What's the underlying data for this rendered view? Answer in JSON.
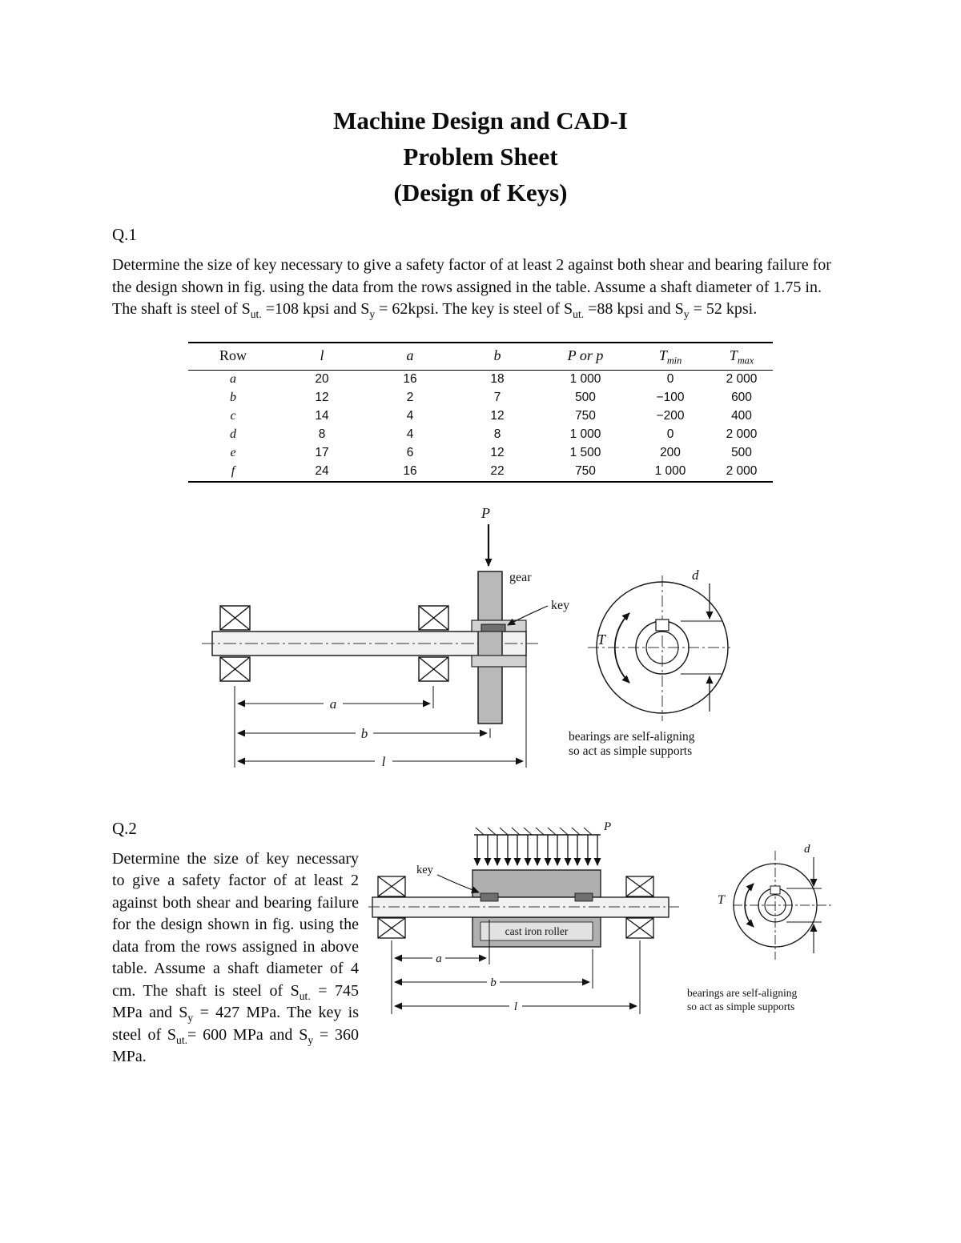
{
  "title": {
    "line1": "Machine Design and CAD-I",
    "line2": "Problem Sheet",
    "line3": "(Design of Keys)"
  },
  "q1": {
    "label": "Q.1",
    "paragraph": [
      {
        "t": "Determine the size of key necessary to give a safety factor of at least 2 against both shear and bearing failure for the design shown in fig. using the data from the rows assigned in the table. Assume a shaft diameter of 1.75 in. The shaft is steel of S"
      },
      {
        "t": "ut.",
        "sub": true
      },
      {
        "t": " =108 kpsi and S"
      },
      {
        "t": "y",
        "sub": true
      },
      {
        "t": " = 62kpsi. The key is steel of S"
      },
      {
        "t": "ut.",
        "sub": true
      },
      {
        "t": " =88 kpsi and S"
      },
      {
        "t": "y",
        "sub": true
      },
      {
        "t": " = 52 kpsi."
      }
    ]
  },
  "table": {
    "headers": [
      [
        {
          "t": "Row"
        }
      ],
      [
        {
          "t": "l",
          "i": true
        }
      ],
      [
        {
          "t": "a",
          "i": true
        }
      ],
      [
        {
          "t": "b",
          "i": true
        }
      ],
      [
        {
          "t": "P or p",
          "i": true
        }
      ],
      [
        {
          "t": "T",
          "i": true
        },
        {
          "t": "min",
          "sub": true,
          "i": true
        }
      ],
      [
        {
          "t": "T",
          "i": true
        },
        {
          "t": "max",
          "sub": true,
          "i": true
        }
      ]
    ],
    "rows": [
      [
        "a",
        "20",
        "16",
        "18",
        "1 000",
        "0",
        "2 000"
      ],
      [
        "b",
        "12",
        "2",
        "7",
        "500",
        "−100",
        "600"
      ],
      [
        "c",
        "14",
        "4",
        "12",
        "750",
        "−200",
        "400"
      ],
      [
        "d",
        "8",
        "4",
        "8",
        "1 000",
        "0",
        "2 000"
      ],
      [
        "e",
        "17",
        "6",
        "12",
        "1 500",
        "200",
        "500"
      ],
      [
        "f",
        "24",
        "16",
        "22",
        "750",
        "1 000",
        "2 000"
      ]
    ]
  },
  "figure1": {
    "load_label": "P",
    "gear_label": "gear",
    "key_label": "key",
    "torque_label": "T",
    "diameter_label": "d",
    "dim_a": "a",
    "dim_b": "b",
    "dim_l": "l",
    "note_line1": "bearings are self-aligning",
    "note_line2": "so act as simple supports"
  },
  "q2": {
    "label": "Q.2",
    "paragraph": [
      {
        "t": "Determine the size of key necessary to give a safety factor of at least 2 against both shear and bearing failure for the design shown in fig. using the data from the rows assigned in above table. Assume a shaft diameter of 4 cm. The shaft is steel of S"
      },
      {
        "t": "ut.",
        "sub": true
      },
      {
        "t": " = 745 MPa and S"
      },
      {
        "t": "y",
        "sub": true
      },
      {
        "t": " = 427 MPa. The key is steel of S"
      },
      {
        "t": "ut.",
        "sub": true
      },
      {
        "t": "= 600 MPa and S"
      },
      {
        "t": "y",
        "sub": true
      },
      {
        "t": " = 360 MPa."
      }
    ]
  },
  "figure2": {
    "key_label": "key",
    "load_label": "P",
    "roller_label": "cast iron roller",
    "torque_label": "T",
    "diameter_label": "d",
    "dim_a": "a",
    "dim_b": "b",
    "dim_l": "l",
    "note_line1": "bearings are self-aligning",
    "note_line2": "so act as simple supports"
  }
}
